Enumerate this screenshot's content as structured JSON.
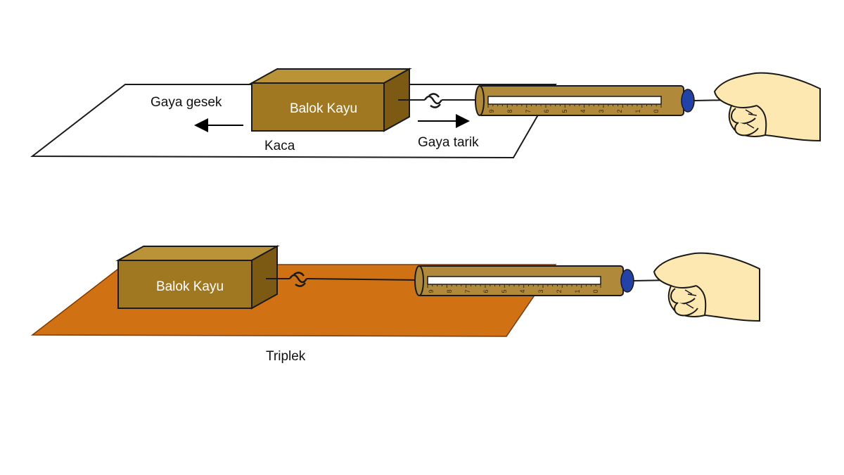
{
  "colors": {
    "wood_front": "#A07822",
    "wood_top": "#BA9238",
    "wood_side": "#7C5A14",
    "wood_outline": "#1A1A1A",
    "glass_surface": "#FFFFFF",
    "plywood_surface": "#D07214",
    "meter_body": "#B08A3A",
    "meter_cap": "#2342A8",
    "hand_skin": "#FCE8B0",
    "arrow": "#000000"
  },
  "diagram1": {
    "block_label": "Balok Kayu",
    "surface_label": "Kaca",
    "friction_label": "Gaya gesek",
    "pull_label": "Gaya tarik",
    "scale_numbers": [
      "0",
      "1",
      "2",
      "3",
      "4",
      "5",
      "6",
      "7",
      "8",
      "9"
    ]
  },
  "diagram2": {
    "block_label": "Balok Kayu",
    "surface_label": "Triplek",
    "scale_numbers": [
      "0",
      "1",
      "2",
      "3",
      "4",
      "5",
      "6",
      "7",
      "8",
      "9"
    ]
  },
  "icons": {
    "hook": "hook-icon",
    "hand": "hand-icon",
    "friction_arrow": "arrow-left-icon",
    "pull_arrow": "arrow-right-icon"
  }
}
